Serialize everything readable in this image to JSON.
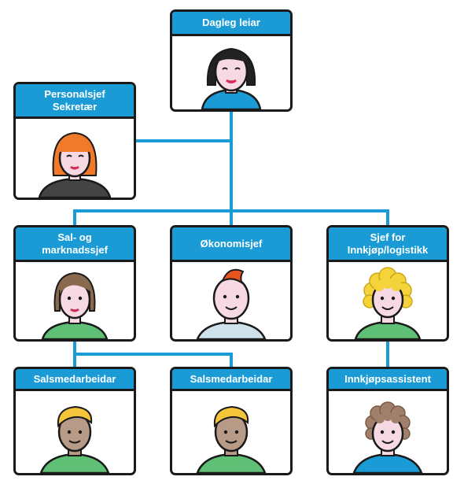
{
  "colors": {
    "accent": "#1b9bd6",
    "border": "#1a1a1a",
    "connector": "#1b9bd6"
  },
  "nodes": {
    "dagleg_leiar": {
      "lines": [
        "Dagleg leiar"
      ]
    },
    "personalsjef": {
      "lines": [
        "Personalsjef",
        "Sekretær"
      ]
    },
    "sal_marknad": {
      "lines": [
        "Sal- og",
        "marknadssjef"
      ]
    },
    "okonomisjef": {
      "lines": [
        "Økonomisjef"
      ]
    },
    "sjef_innkjop": {
      "lines": [
        "Sjef for",
        "Innkjøp/logistikk"
      ]
    },
    "salsmedarbeidar_1": {
      "lines": [
        "Salsmedarbeidar"
      ]
    },
    "salsmedarbeidar_2": {
      "lines": [
        "Salsmedarbeidar"
      ]
    },
    "innkjopsassistent": {
      "lines": [
        "Innkjøpsassistent"
      ]
    }
  }
}
